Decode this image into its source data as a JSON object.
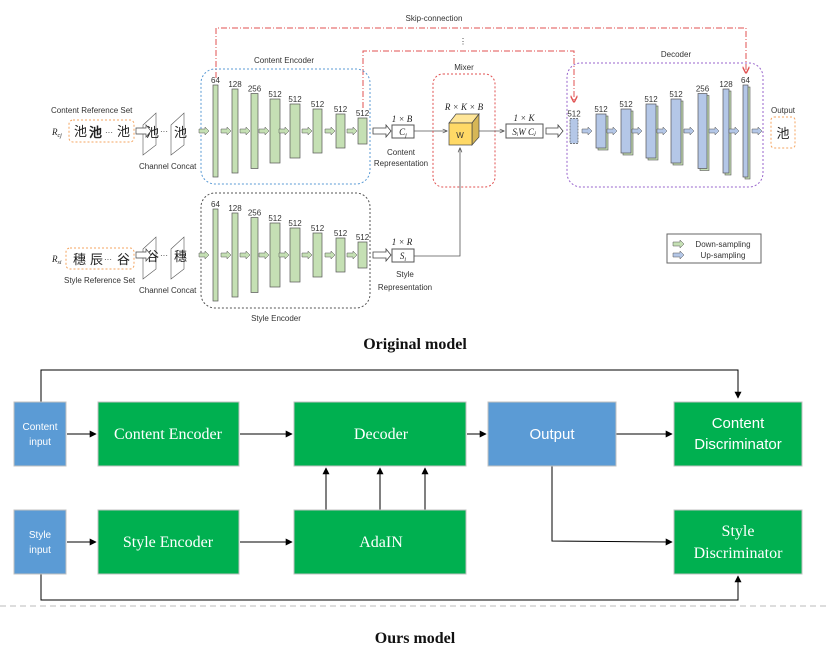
{
  "original_model": {
    "title": "Original model",
    "skip_connection_label": "Skip-connection",
    "skip_ellipsis": "⋮",
    "content_reference": {
      "label": "Content Reference Set",
      "symbol": "R",
      "symbol_sub": "cj",
      "chars": [
        "池",
        "池",
        "···",
        "池"
      ]
    },
    "style_reference": {
      "label": "Style Reference Set",
      "symbol": "R",
      "symbol_sub": "si",
      "chars": [
        "穗",
        "辰",
        "···",
        "谷"
      ]
    },
    "channel_concat_label": "Channel Concat",
    "content_encoder": {
      "title": "Content Encoder",
      "channels": [
        "64",
        "128",
        "256",
        "512",
        "512",
        "512",
        "512",
        "512"
      ]
    },
    "style_encoder": {
      "title": "Style Encoder",
      "channels": [
        "64",
        "128",
        "256",
        "512",
        "512",
        "512",
        "512",
        "512"
      ]
    },
    "content_representation": {
      "dim": "1 × B",
      "symbol": "C",
      "symbol_sub": "j",
      "label_line1": "Content",
      "label_line2": "Representation"
    },
    "style_representation": {
      "dim": "1 × R",
      "symbol": "S",
      "symbol_sub": "i",
      "label_line1": "Style",
      "label_line2": "Representation"
    },
    "mixer": {
      "title": "Mixer",
      "dim": "R × K × B",
      "cube_label": "W",
      "output_dim": "1 × K",
      "output_formula": "SᵢW Cⱼ"
    },
    "decoder": {
      "title": "Decoder",
      "channels": [
        "512",
        "512",
        "512",
        "512",
        "512",
        "256",
        "128",
        "64"
      ]
    },
    "output": {
      "label": "Output",
      "char": "池"
    },
    "legend": {
      "items": [
        {
          "label": "Down-sampling",
          "color": "#c5e0b4"
        },
        {
          "label": "Up-sampling",
          "color": "#b4c7e7"
        }
      ]
    },
    "colors": {
      "encoder_block": "#c5e0b4",
      "decoder_block": "#b4c7e7",
      "skip_line": "#e05050",
      "content_encoder_border": "#5b9bd5",
      "style_encoder_border": "#555555",
      "mixer_border": "#e05050",
      "decoder_border": "#9966cc",
      "reference_border": "#f4a460",
      "cube": "#ffd966"
    }
  },
  "ours_model": {
    "title": "Ours model",
    "nodes": {
      "content_input": {
        "line1": "Content",
        "line2": "input"
      },
      "style_input": {
        "line1": "Style",
        "line2": "input"
      },
      "content_encoder": "Content Encoder",
      "style_encoder": "Style Encoder",
      "decoder": "Decoder",
      "adain": "AdaIN",
      "output": "Output",
      "content_discriminator": {
        "line1": "Content",
        "line2": "Discriminator"
      },
      "style_discriminator": {
        "line1": "Style",
        "line2": "Discriminator"
      }
    },
    "colors": {
      "green": "#00b050",
      "blue": "#5b9bd5"
    }
  }
}
